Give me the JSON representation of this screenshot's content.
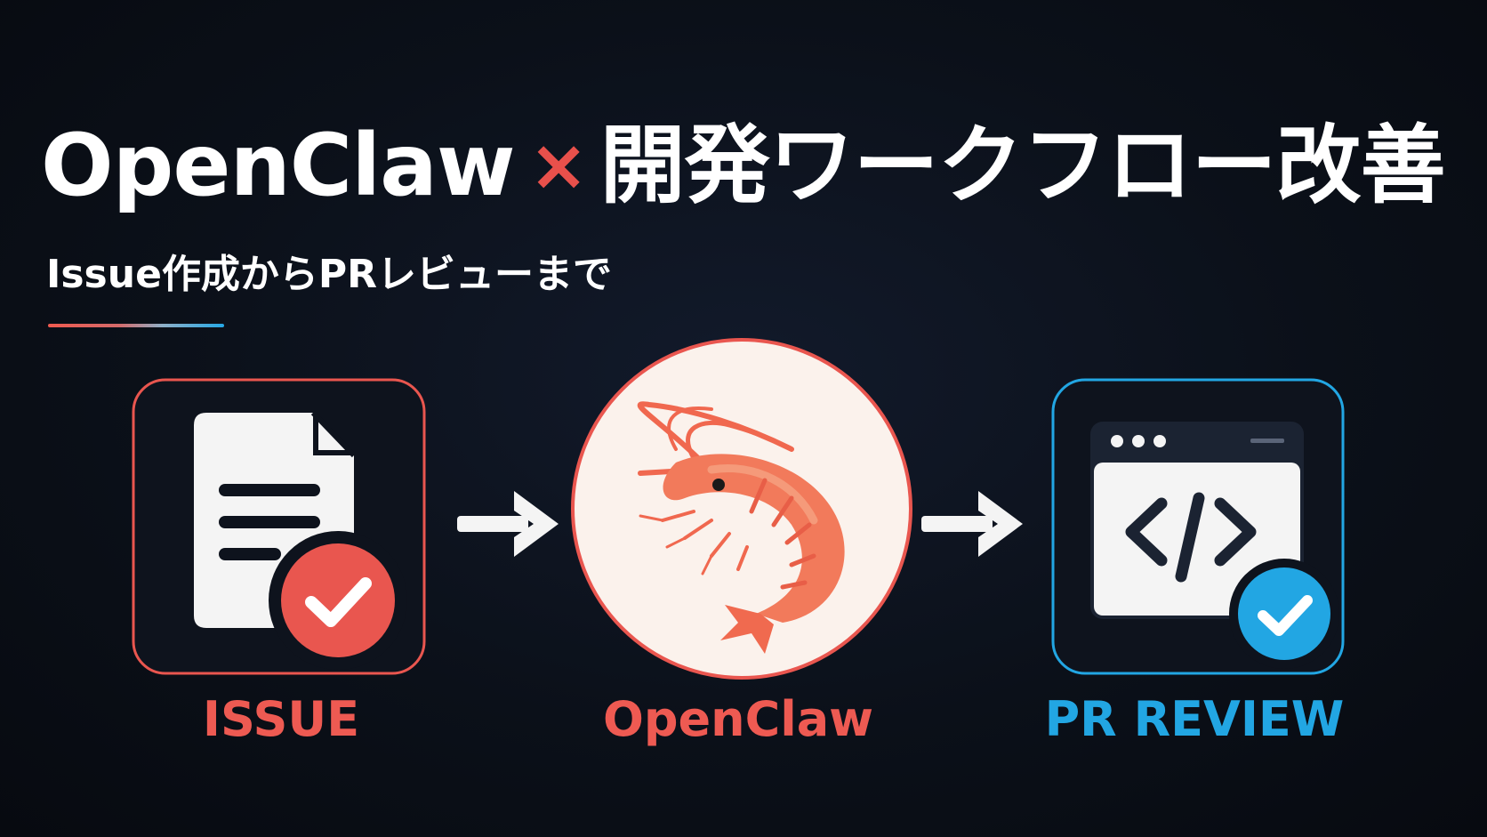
{
  "header": {
    "title_main": "OpenClaw",
    "title_separator": "×",
    "title_rest": "開発ワークフロー改善",
    "subtitle": "Issue作成からPRレビューまで"
  },
  "flow": {
    "steps": [
      {
        "id": "issue",
        "label": "ISSUE",
        "icon": "document-check-icon",
        "color": "#ee5a52"
      },
      {
        "id": "openclaw",
        "label": "OpenClaw",
        "icon": "shrimp-icon",
        "color": "#ee5a52"
      },
      {
        "id": "pr-review",
        "label": "PR REVIEW",
        "icon": "code-window-check-icon",
        "color": "#22a6e3"
      }
    ],
    "connectors": [
      "arrow-right-icon",
      "arrow-right-icon"
    ]
  },
  "colors": {
    "background": "#0b1019",
    "accent_red": "#ee5a52",
    "accent_blue": "#22a6e3",
    "text": "#ffffff"
  }
}
